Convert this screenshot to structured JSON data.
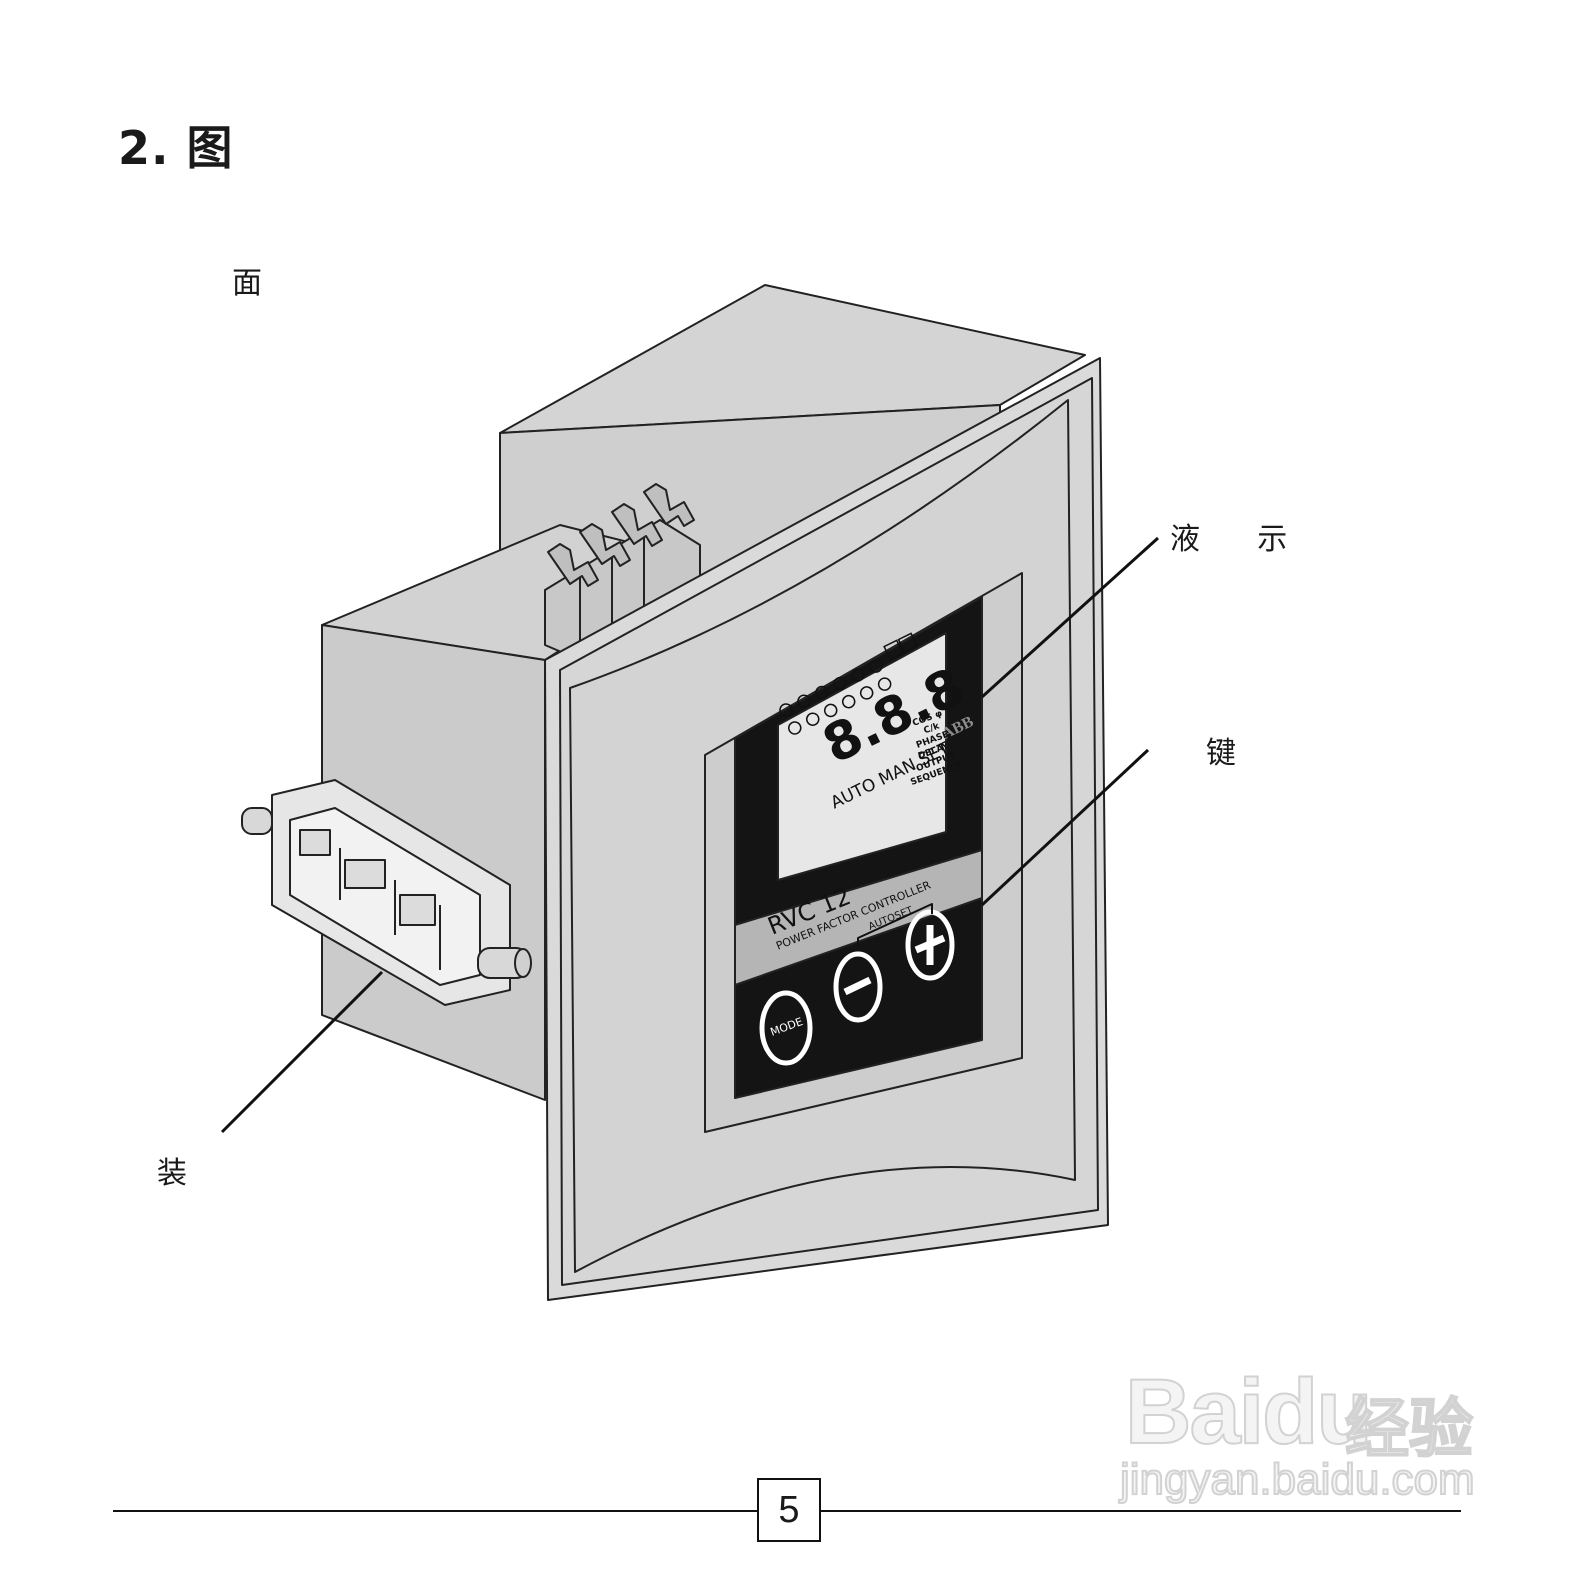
{
  "heading": "2. 图",
  "callouts": {
    "panel": "面",
    "lcd": "液      示",
    "keys": "键",
    "mount": "装"
  },
  "device": {
    "lcd_digits": "8.8.8",
    "lcd_modes": "AUTO MAN SET",
    "lcd_params": [
      "COS φ",
      "C/k",
      "PHASE",
      "DELAY",
      "OUTPUT",
      "SEQUENCE"
    ],
    "brand": "ABB",
    "model": "RVC 12",
    "subtitle": "POWER FACTOR CONTROLLER",
    "autoset_label": "AUTOSET",
    "mode_button": "MODE",
    "minus_button": "−",
    "plus_button": "+"
  },
  "page_number": "5",
  "watermark": {
    "logo": "Baidu",
    "logo_cn": "经验",
    "url": "jingyan.baidu.com"
  }
}
